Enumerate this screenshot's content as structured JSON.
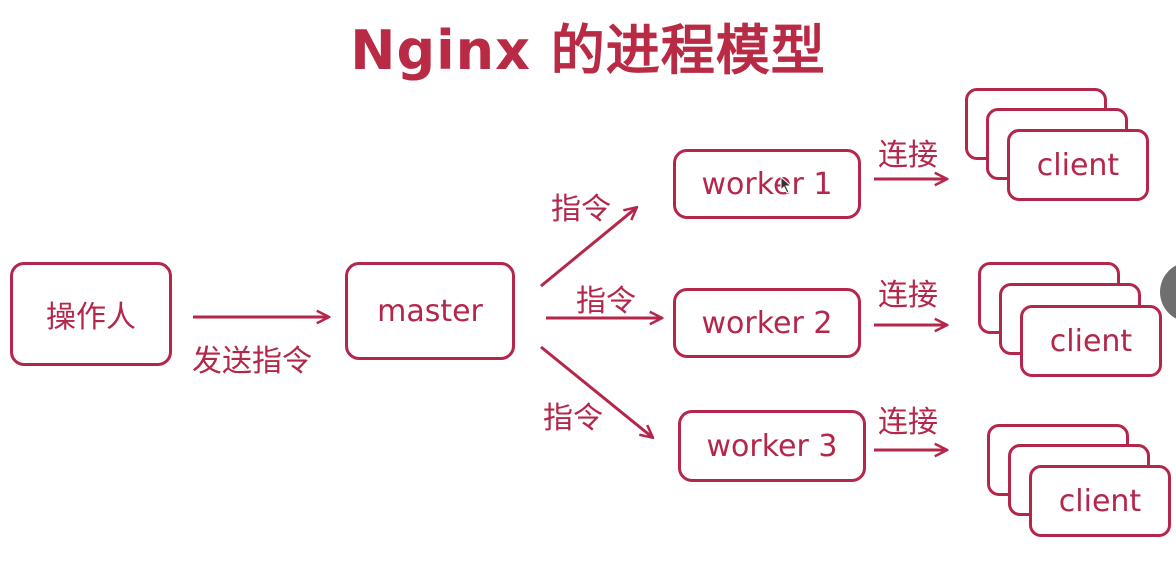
{
  "title": "Nginx 的进程模型",
  "nodes": {
    "operator": "操作人",
    "master": "master",
    "worker1": "worker 1",
    "worker2": "worker 2",
    "worker3": "worker 3",
    "client": "client"
  },
  "edge_labels": {
    "send_command": "发送指令",
    "command": "指令",
    "connect": "连接"
  },
  "colors": {
    "accent": "#b4264a",
    "title": "#b92a45"
  }
}
